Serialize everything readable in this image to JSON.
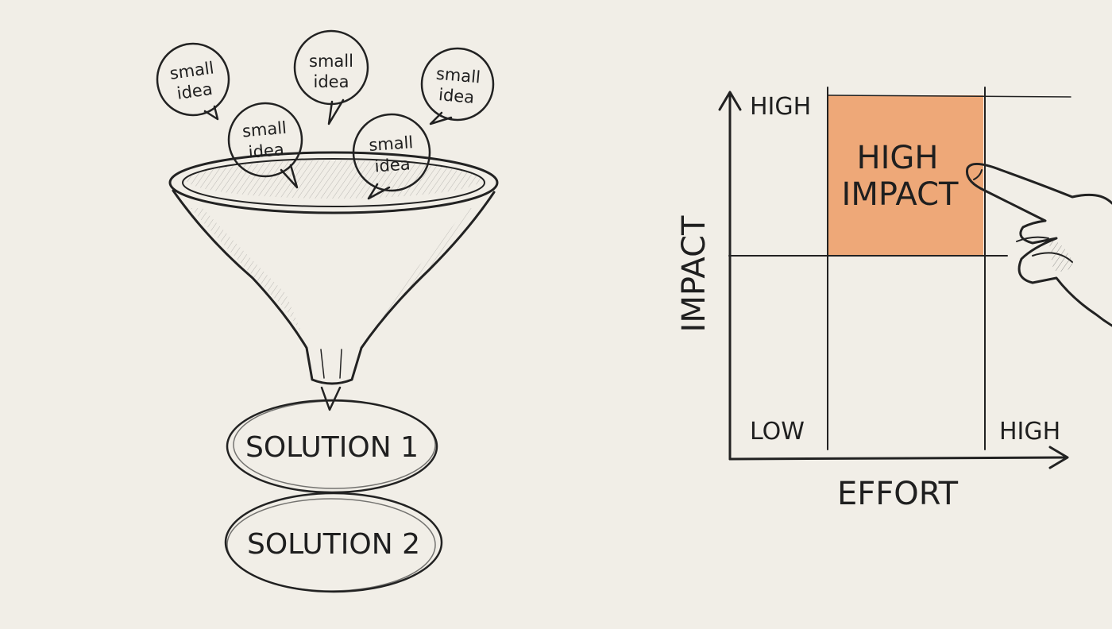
{
  "funnel": {
    "ideas": [
      {
        "line1": "small",
        "line2": "idea"
      },
      {
        "line1": "small",
        "line2": "idea"
      },
      {
        "line1": "small",
        "line2": "idea"
      },
      {
        "line1": "small",
        "line2": "idea"
      },
      {
        "line1": "small",
        "line2": "idea"
      }
    ],
    "solutions": [
      "SOLUTION 1",
      "SOLUTION 2"
    ]
  },
  "matrix": {
    "y_axis_label": "IMPACT",
    "x_axis_label": "EFFORT",
    "y_high": "HIGH",
    "x_low": "LOW",
    "x_high": "HIGH",
    "highlight_line1": "HIGH",
    "highlight_line2": "IMPACT",
    "highlight_color": "#eea878"
  }
}
